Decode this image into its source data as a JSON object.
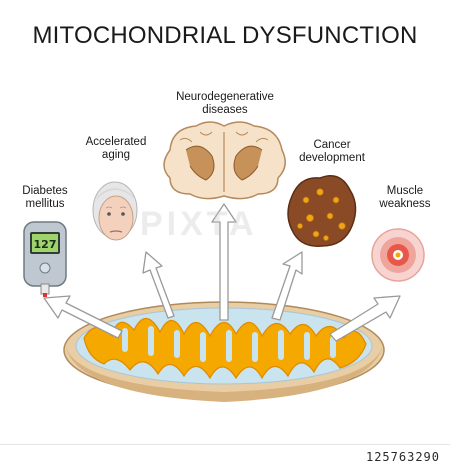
{
  "title": "MITOCHONDRIAL DYSFUNCTION",
  "labels": {
    "diabetes": [
      "Diabetes",
      "mellitus"
    ],
    "aging": [
      "Accelerated",
      "aging"
    ],
    "neuro": [
      "Neurodegenerative",
      "diseases"
    ],
    "cancer": [
      "Cancer",
      "development"
    ],
    "muscle": [
      "Muscle",
      "weakness"
    ]
  },
  "glucometer_reading": "127",
  "watermark": "PIXTA",
  "stock_id": "125763290",
  "colors": {
    "mito_outer": "#f2d9b5",
    "mito_inner": "#f5a800",
    "mito_cristae_bg": "#c9e4ef",
    "arrow_fill": "#ffffff",
    "arrow_stroke": "#9a9a9a"
  }
}
